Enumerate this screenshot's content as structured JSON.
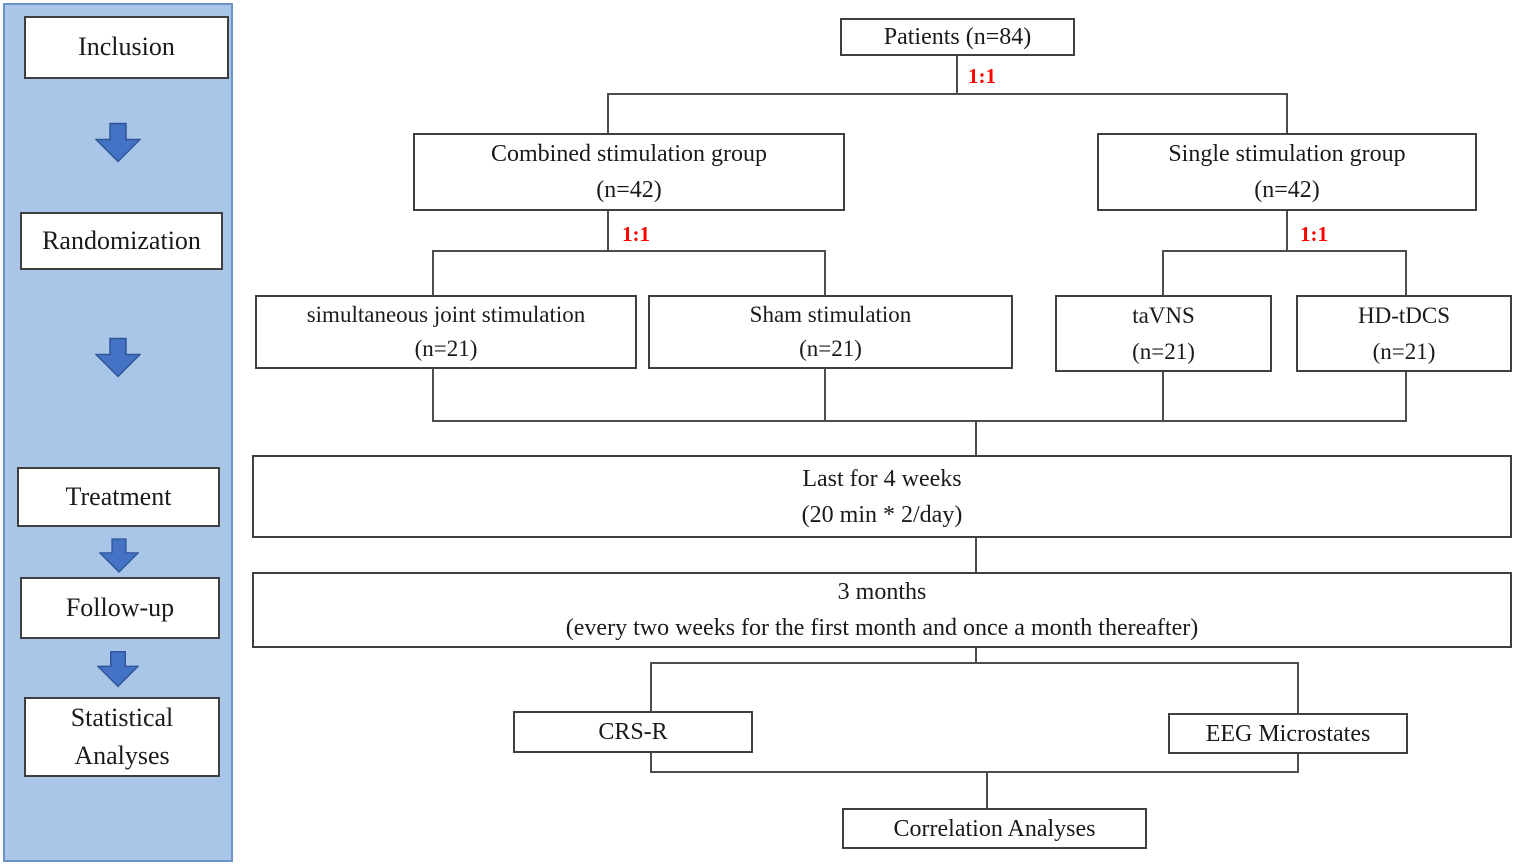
{
  "sidebar": {
    "stages": [
      "Inclusion",
      "Randomization",
      "Treatment",
      "Follow-up",
      "Statistical Analyses"
    ]
  },
  "flow": {
    "ratio": "1:1",
    "patients": "Patients (n=84)",
    "combined": {
      "l1": "Combined stimulation group",
      "l2": "(n=42)"
    },
    "single": {
      "l1": "Single stimulation group",
      "l2": "(n=42)"
    },
    "sjs": {
      "l1": "simultaneous joint stimulation",
      "l2": "(n=21)"
    },
    "sham": {
      "l1": "Sham stimulation",
      "l2": "(n=21)"
    },
    "tavns": {
      "l1": "taVNS",
      "l2": "(n=21)"
    },
    "hdtdcs": {
      "l1": "HD-tDCS",
      "l2": "(n=21)"
    },
    "treatment": {
      "l1": "Last for 4 weeks",
      "l2": "(20 min * 2/day)"
    },
    "followup": {
      "l1": "3 months",
      "l2": "(every two weeks for the first month and once a month thereafter)"
    },
    "crsr": "CRS-R",
    "eeg": "EEG Microstates",
    "corr": "Correlation Analyses"
  },
  "colors": {
    "sidebar_bg": "#a9c6e8",
    "sidebar_border": "#6b93c9",
    "arrow_fill": "#4472c4",
    "arrow_stroke": "#2e5596",
    "box_border": "#3f3f3f",
    "line": "#4d4d4d",
    "ratio_red": "#fe0000"
  }
}
